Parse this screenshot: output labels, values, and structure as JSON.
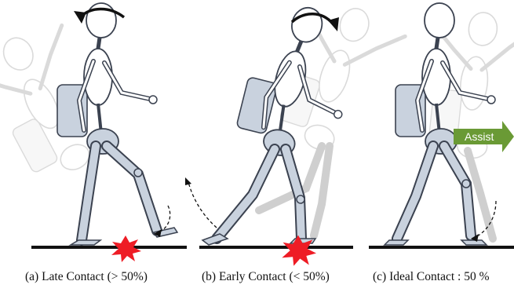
{
  "panels": [
    {
      "id": "a",
      "caption": "(a) Late Contact (> 50%)"
    },
    {
      "id": "b",
      "caption": "(b) Early Contact (< 50%)"
    },
    {
      "id": "c",
      "caption": "(c) Ideal Contact : 50 %"
    }
  ],
  "assist_label": "Assist",
  "colors": {
    "limb_fill": "#c9d2de",
    "limb_stroke": "#3b4250",
    "ghost_stroke": "#c4c4c4",
    "impact_red": "#ee1c25",
    "assist_green": "#6a9a35",
    "ground": "#111111"
  }
}
